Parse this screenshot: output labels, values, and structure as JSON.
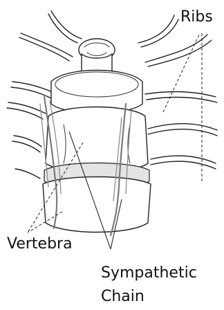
{
  "labels": {
    "ribs": "Ribs",
    "vertebra": "Vertebra",
    "sympathetic": "Sympathetic",
    "chain": "Chain"
  }
}
